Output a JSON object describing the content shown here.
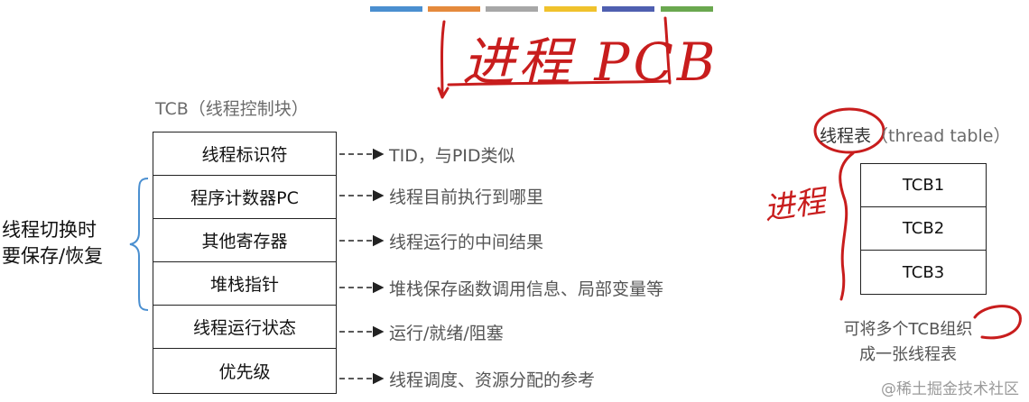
{
  "top_bar_colors": [
    "#4a8fd0",
    "#e58a3c",
    "#a7a7a7",
    "#f0c22c",
    "#4f5fb0",
    "#6aa84f"
  ],
  "annotation_color": "#c81d1d",
  "handwritten": {
    "title": "进程 PCB",
    "side_label": "进程"
  },
  "tcb": {
    "title": "TCB（线程控制块）",
    "rows": [
      {
        "field": "线程标识符",
        "desc": "TID，与PID类似"
      },
      {
        "field": "程序计数器PC",
        "desc": "线程目前执行到哪里"
      },
      {
        "field": "其他寄存器",
        "desc": "线程运行的中间结果"
      },
      {
        "field": "堆栈指针",
        "desc": "堆栈保存函数调用信息、局部变量等"
      },
      {
        "field": "线程运行状态",
        "desc": "运行/就绪/阻塞"
      },
      {
        "field": "优先级",
        "desc": "线程调度、资源分配的参考"
      }
    ]
  },
  "side_note": {
    "line1": "线程切换时",
    "line2": "要保存/恢复"
  },
  "thread_table": {
    "title_main": "线程表",
    "title_paren": "（thread table）",
    "rows": [
      "TCB1",
      "TCB2",
      "TCB3"
    ],
    "note_line1": "可将多个TCB组织",
    "note_line2": "成一张线程表"
  },
  "watermark": "@稀土掘金技术社区"
}
